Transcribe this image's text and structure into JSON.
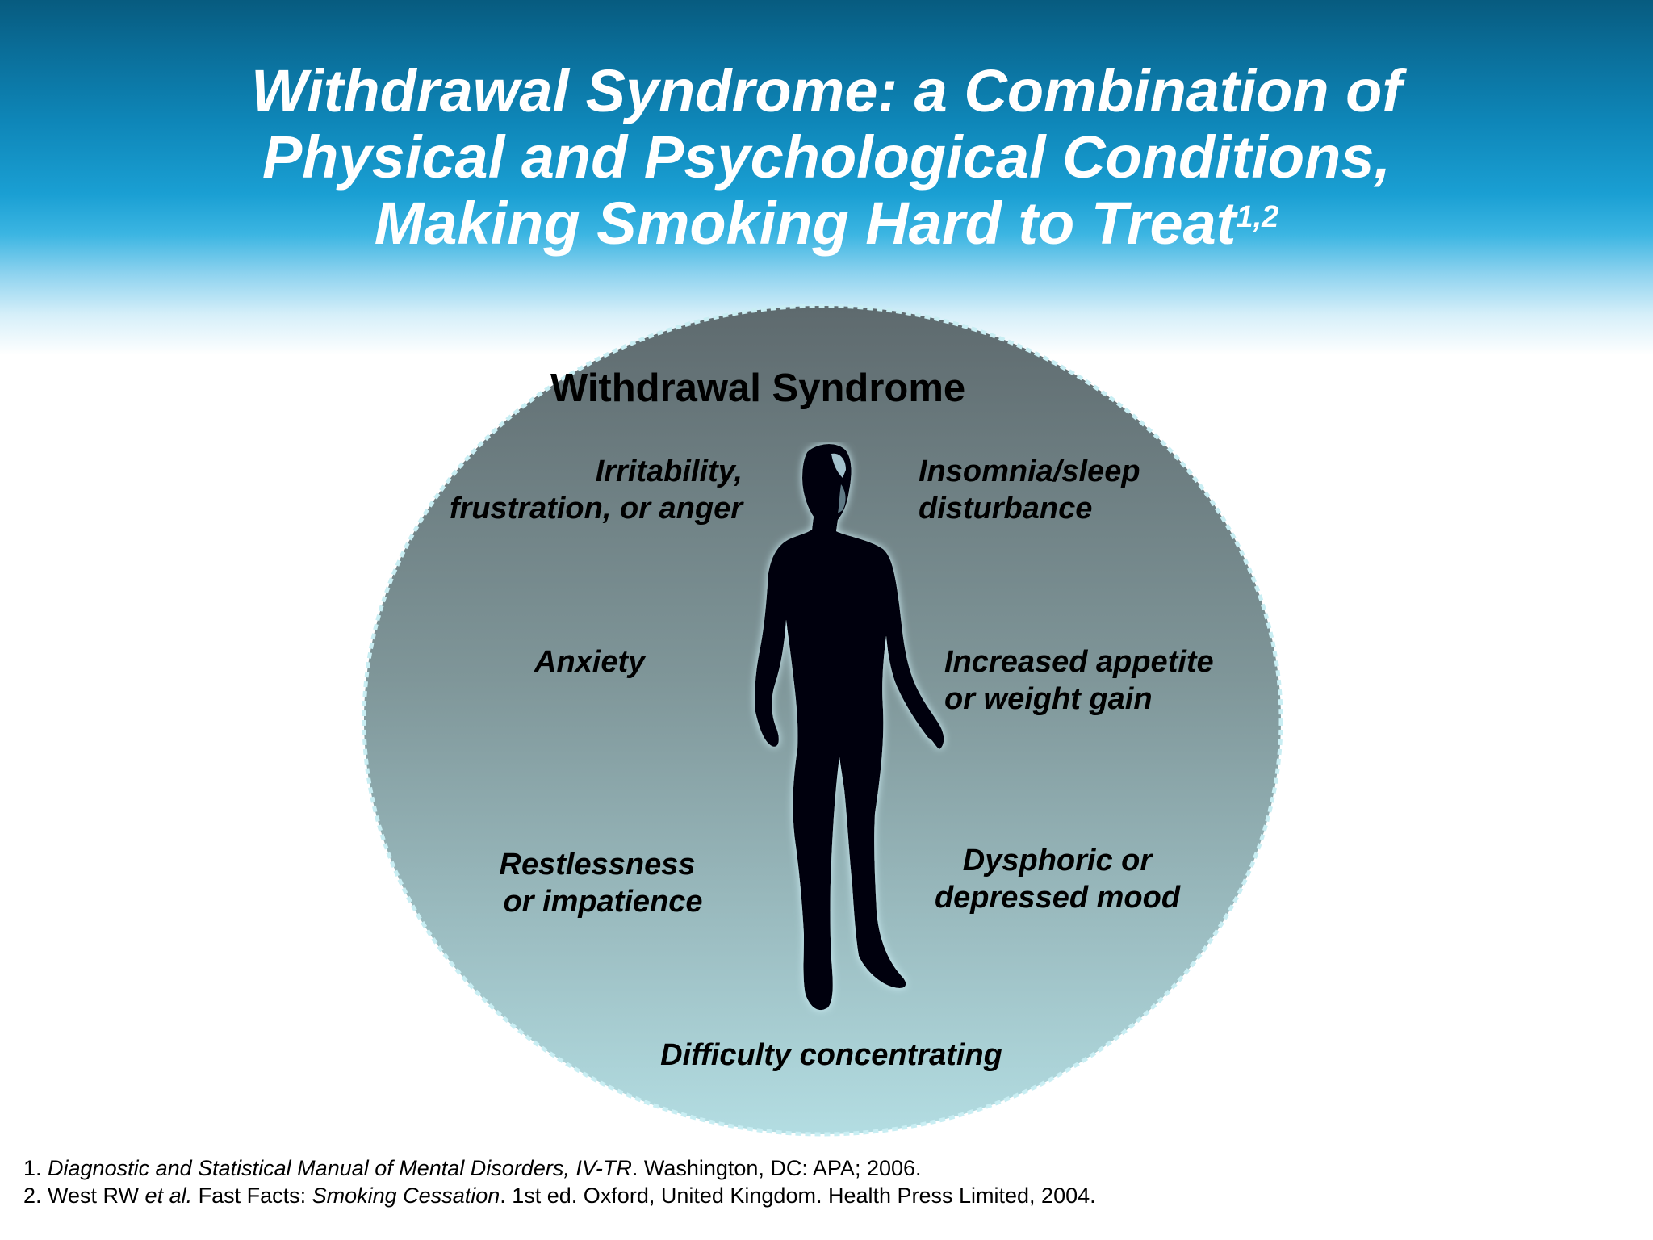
{
  "slide": {
    "title_line1": "Withdrawal Syndrome: a Combination of",
    "title_line2": "Physical and Psychological Conditions,",
    "title_line3": "Making Smoking Hard to Treat",
    "title_superscript": "1,2",
    "header_color": "#0a6d98",
    "circle_top_color": "#5e6a6e",
    "circle_bottom_color": "#b3dde2"
  },
  "diagram": {
    "title": "Withdrawal Syndrome",
    "symptoms": {
      "irritability": {
        "line1": "Irritability,",
        "line2": "frustration, or anger"
      },
      "insomnia": {
        "line1": "Insomnia/sleep",
        "line2": "disturbance"
      },
      "anxiety": {
        "line1": "Anxiety"
      },
      "appetite": {
        "line1": "Increased appetite",
        "line2": "or weight gain"
      },
      "restlessness": {
        "line1": "Restlessness",
        "line2": "or impatience"
      },
      "dysphoric": {
        "line1": "Dysphoric or",
        "line2": "depressed mood"
      },
      "concentrating": {
        "line1": "Difficulty concentrating"
      }
    }
  },
  "references": {
    "ref1": {
      "number": "1. ",
      "title": "Diagnostic and Statistical Manual of Mental Disorders, IV-TR",
      "rest": ". Washington, DC: APA; 2006."
    },
    "ref2": {
      "number": "2. ",
      "authors": "West RW ",
      "etal": "et al.",
      "series": " Fast Facts: ",
      "title": "Smoking Cessation",
      "rest": ". 1st ed. Oxford, United Kingdom. Health Press Limited, 2004."
    }
  }
}
